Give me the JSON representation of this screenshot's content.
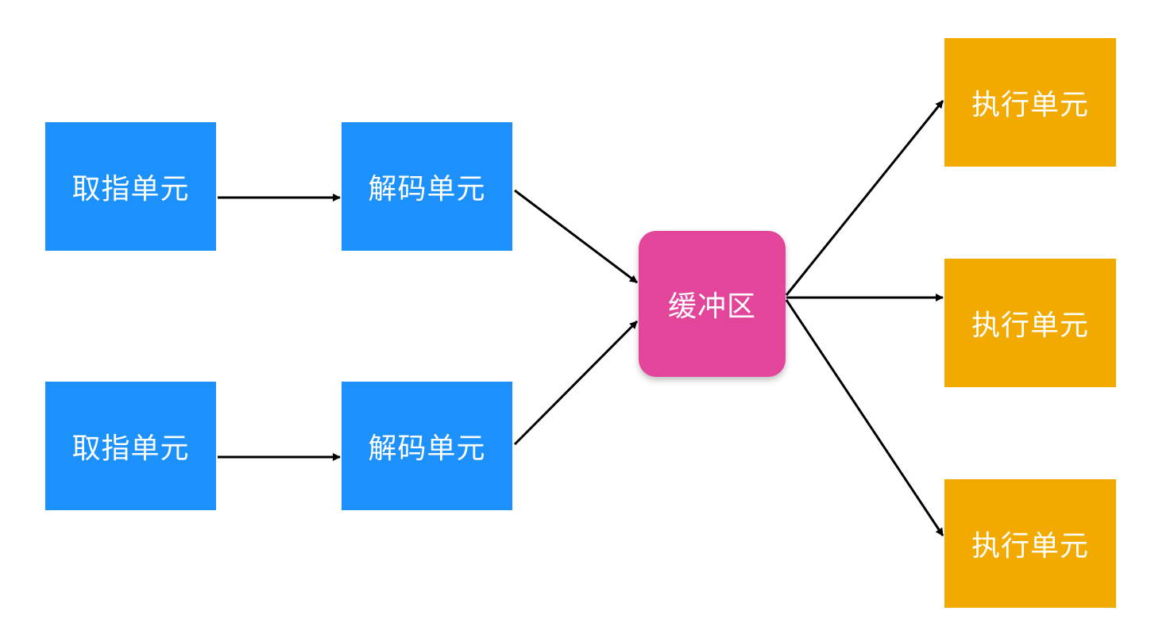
{
  "diagram": {
    "fetch_units": [
      "取指单元",
      "取指单元"
    ],
    "decode_units": [
      "解码单元",
      "解码单元"
    ],
    "buffer": "缓冲区",
    "exec_units": [
      "执行单元",
      "执行单元",
      "执行单元"
    ]
  },
  "colors": {
    "fetch": "#1d91fb",
    "decode": "#1d91fb",
    "buffer": "#e2459a",
    "exec": "#f2aa00",
    "arrow": "#000000"
  },
  "edges": [
    {
      "from": "fetch-unit-1",
      "to": "decode-unit-1"
    },
    {
      "from": "fetch-unit-2",
      "to": "decode-unit-2"
    },
    {
      "from": "decode-unit-1",
      "to": "buffer-node"
    },
    {
      "from": "decode-unit-2",
      "to": "buffer-node"
    },
    {
      "from": "buffer-node",
      "to": "exec-unit-1"
    },
    {
      "from": "buffer-node",
      "to": "exec-unit-2"
    },
    {
      "from": "buffer-node",
      "to": "exec-unit-3"
    }
  ]
}
